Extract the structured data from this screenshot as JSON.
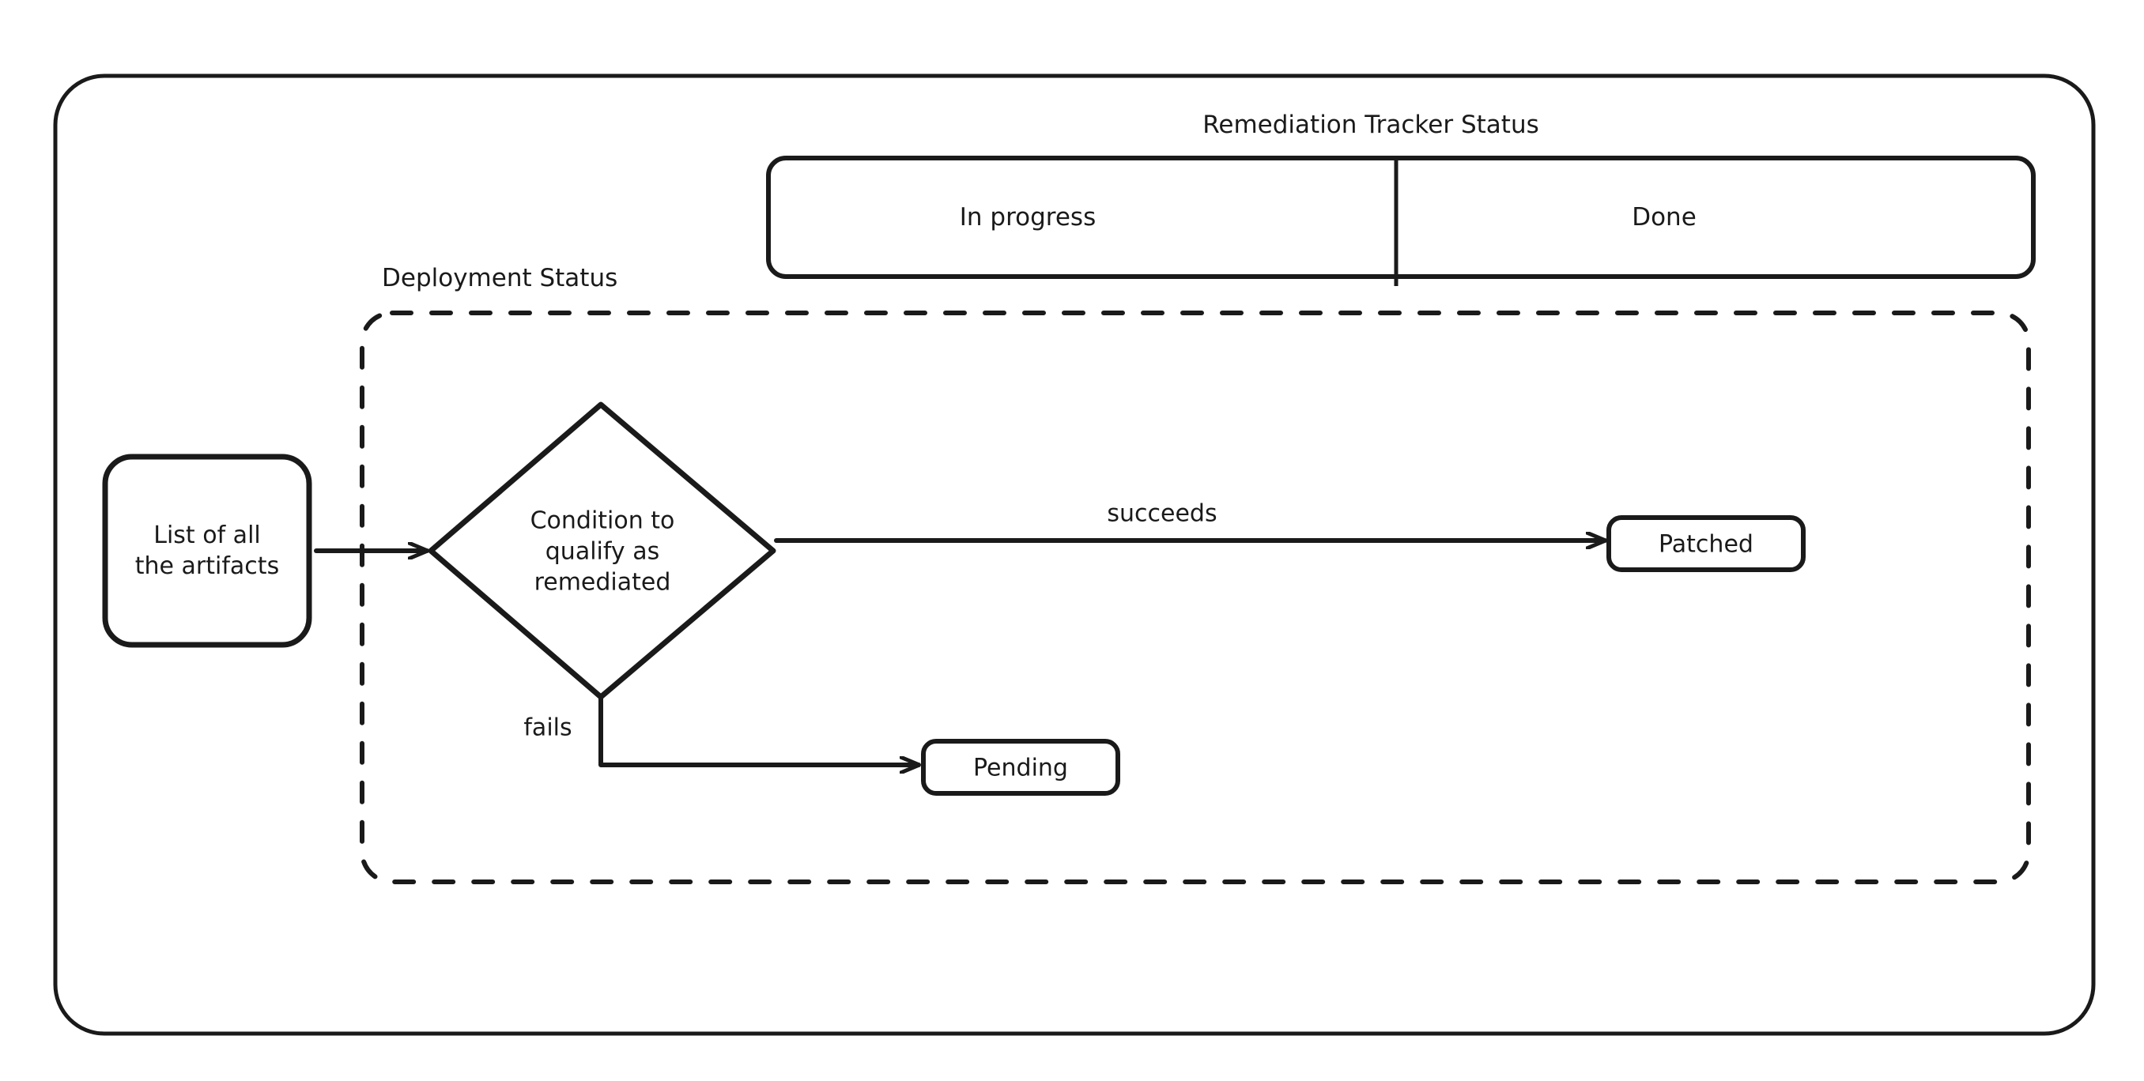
{
  "diagram": {
    "type": "flowchart",
    "background_color": "#ffffff",
    "stroke_color": "#1a1a1a",
    "outer_container": {
      "name": "outer-frame",
      "style": "solid-rounded-rectangle"
    },
    "tracker_group": {
      "title": "Remediation Tracker Status",
      "lanes": [
        {
          "id": "in-progress",
          "label": "In progress"
        },
        {
          "id": "done",
          "label": "Done"
        }
      ]
    },
    "deployment_group": {
      "title": "Deployment Status",
      "style": "dashed-rounded-rectangle"
    },
    "nodes": [
      {
        "id": "artifacts",
        "label": "List of all\nthe artifacts",
        "shape": "rounded-rect"
      },
      {
        "id": "condition",
        "label": "Condition to\nqualify as\nremediated",
        "shape": "diamond"
      },
      {
        "id": "patched",
        "label": "Patched",
        "shape": "rounded-rect"
      },
      {
        "id": "pending",
        "label": "Pending",
        "shape": "rounded-rect"
      }
    ],
    "edges": [
      {
        "id": "artifacts-to-condition",
        "from": "artifacts",
        "to": "condition",
        "label": ""
      },
      {
        "id": "condition-to-patched",
        "from": "condition",
        "to": "patched",
        "label": "succeeds"
      },
      {
        "id": "condition-to-pending",
        "from": "condition",
        "to": "pending",
        "label": "fails"
      }
    ]
  }
}
